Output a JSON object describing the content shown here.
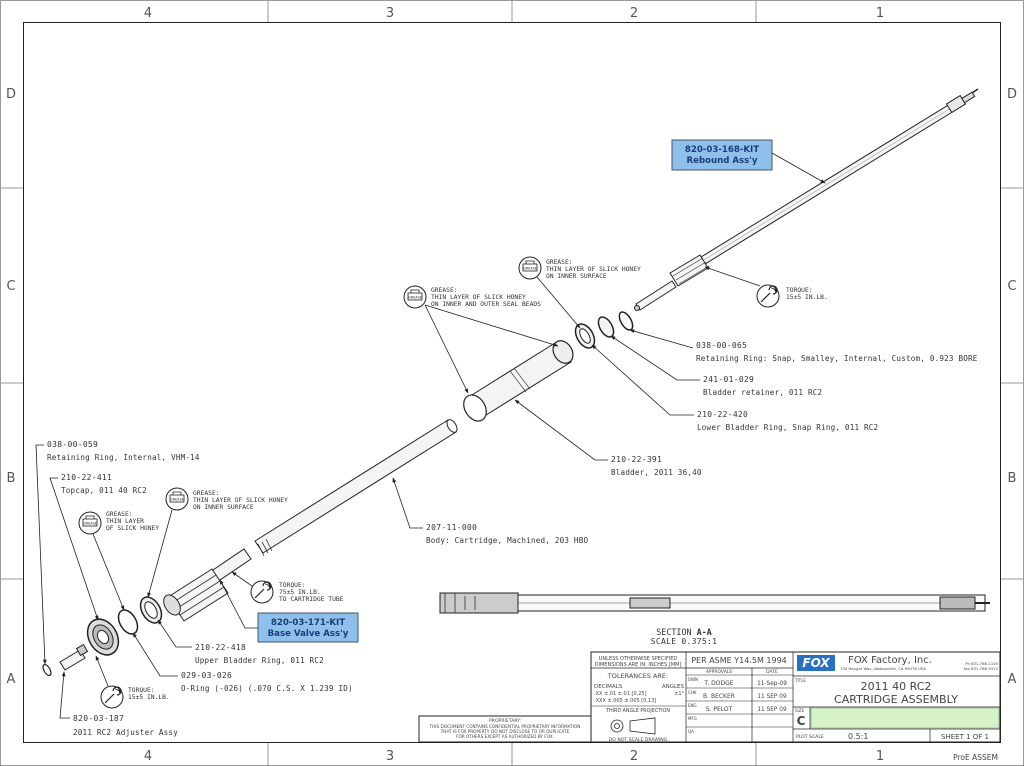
{
  "frame": {
    "zones_top": [
      "4",
      "3",
      "2",
      "1"
    ],
    "zones_bottom": [
      "4",
      "3",
      "2",
      "1"
    ],
    "zones_left": [
      "D",
      "C",
      "B",
      "A"
    ],
    "zones_right": [
      "D",
      "C",
      "B",
      "A"
    ]
  },
  "kits": {
    "rebound": {
      "number": "820-03-168-KIT",
      "name": "Rebound Ass'y"
    },
    "base_valve": {
      "number": "820-03-171-KIT",
      "name": "Base Valve Ass'y"
    }
  },
  "callouts": {
    "retaining_ring_snap": {
      "pn": "038-00-065",
      "desc": "Retaining Ring: Snap, Smalley, Internal, Custom, 0.923 BORE"
    },
    "bladder_retainer": {
      "pn": "241-01-029",
      "desc": "Bladder retainer, 011 RC2"
    },
    "lower_bladder_ring": {
      "pn": "210-22-420",
      "desc": "Lower Bladder Ring, Snap Ring, 011 RC2"
    },
    "bladder": {
      "pn": "210-22-391",
      "desc": "Bladder, 2011 36,40"
    },
    "body_cartridge": {
      "pn": "207-11-000",
      "desc": "Body: Cartridge, Machined, 203 HBO"
    },
    "retaining_ring_internal": {
      "pn": "038-00-059",
      "desc": "Retaining Ring, Internal, VHM-14"
    },
    "topcap": {
      "pn": "210-22-411",
      "desc": "Topcap, 011 40 RC2"
    },
    "upper_bladder_ring": {
      "pn": "210-22-418",
      "desc": "Upper Bladder Ring, 011 RC2"
    },
    "o_ring": {
      "pn": "029-03-026",
      "desc": "O-Ring (-026) (.070 C.S. X 1.239 ID)"
    },
    "adjuster_assy": {
      "pn": "820-03-187",
      "desc": "2011 RC2 Adjuster Assy"
    }
  },
  "notes": {
    "grease_inner_outer": [
      "GREASE:",
      "THIN LAYER OF SLICK HONEY",
      "ON INNER AND OUTER SEAL BEADS"
    ],
    "grease_inner_surface_top": [
      "GREASE:",
      "THIN LAYER OF SLICK HONEY",
      "ON INNER SURFACE"
    ],
    "grease_inner_surface_bottom": [
      "GREASE:",
      "THIN LAYER OF SLICK HONEY",
      "ON INNER SURFACE"
    ],
    "grease_thin_layer": [
      "GREASE:",
      "THIN LAYER",
      "OF SLICK HONEY"
    ],
    "torque_rebound": [
      "TORQUE:",
      "15±5 IN.LB."
    ],
    "torque_cartridge": [
      "TORQUE:",
      "75±5 IN.LB.",
      "TO CARTRIDGE TUBE"
    ],
    "torque_adjuster": [
      "TORQUE:",
      "15±5 IN.LB."
    ]
  },
  "section": {
    "title_prefix": "SECTION ",
    "title_letters": "A-A",
    "scale": "SCALE 0.375:1"
  },
  "title_block": {
    "unless_line1": "UNLESS OTHERWISE SPECIFIED",
    "unless_line2": "DIMENSIONS ARE IN: INCHES [MM]",
    "standard": "PER ASME Y14.5M 1994",
    "approvals_header": "APPROVALS",
    "date_header": "DATE",
    "tolerances": "TOLERANCES ARE:",
    "decimals": "DECIMALS",
    "angles": "ANGLES",
    "tol_row1": ".XX ±.01 ±.01 [0,25]",
    "tol_row1b": "±1°",
    "tol_row2": ".XXX ±.005 ±.005 [0,13]",
    "projection": "THIRD ANGLE PROJECTION",
    "prop_title": "PROPRIETARY:",
    "prop_line1": "THIS DOCUMENT CONTAINS CONFIDENTIAL PROPRIETARY INFORMATION",
    "prop_line2": "THAT IS FOX PROPERTY.  DO NOT DISCLOSE TO OR DUPLICATE",
    "prop_line3": "FOR OTHERS EXCEPT AS AUTHORIZED BY FOX.",
    "do_not_scale": "DO NOT SCALE DRAWING",
    "rows": [
      {
        "role": "DWN",
        "name": "T. DODGE",
        "date": "11-Sep-09"
      },
      {
        "role": "CHK",
        "name": "B. BECKER",
        "date": "11 SEP 09"
      },
      {
        "role": "ENG",
        "name": "S. PELOT",
        "date": "11 SEP 09"
      },
      {
        "role": "MFG",
        "name": "",
        "date": ""
      },
      {
        "role": "QA",
        "name": "",
        "date": ""
      }
    ],
    "logo": "FOX",
    "company": "FOX Factory, Inc.",
    "address": "130 Hangar Way, Watsonville, CA 95076 USA",
    "phone": "Ph 831-768-1100",
    "fax": "Fax 831-768-9312",
    "title_label": "TITLE",
    "title_line1": "2011 40 RC2",
    "title_line2": "CARTRIDGE ASSEMBLY",
    "size_label": "SIZE",
    "size": "C",
    "plot_scale_label": "PLOT SCALE",
    "plot_scale": "0.5:1",
    "sheet": "SHEET 1 OF 1",
    "footer": "ProE ASSEM"
  }
}
